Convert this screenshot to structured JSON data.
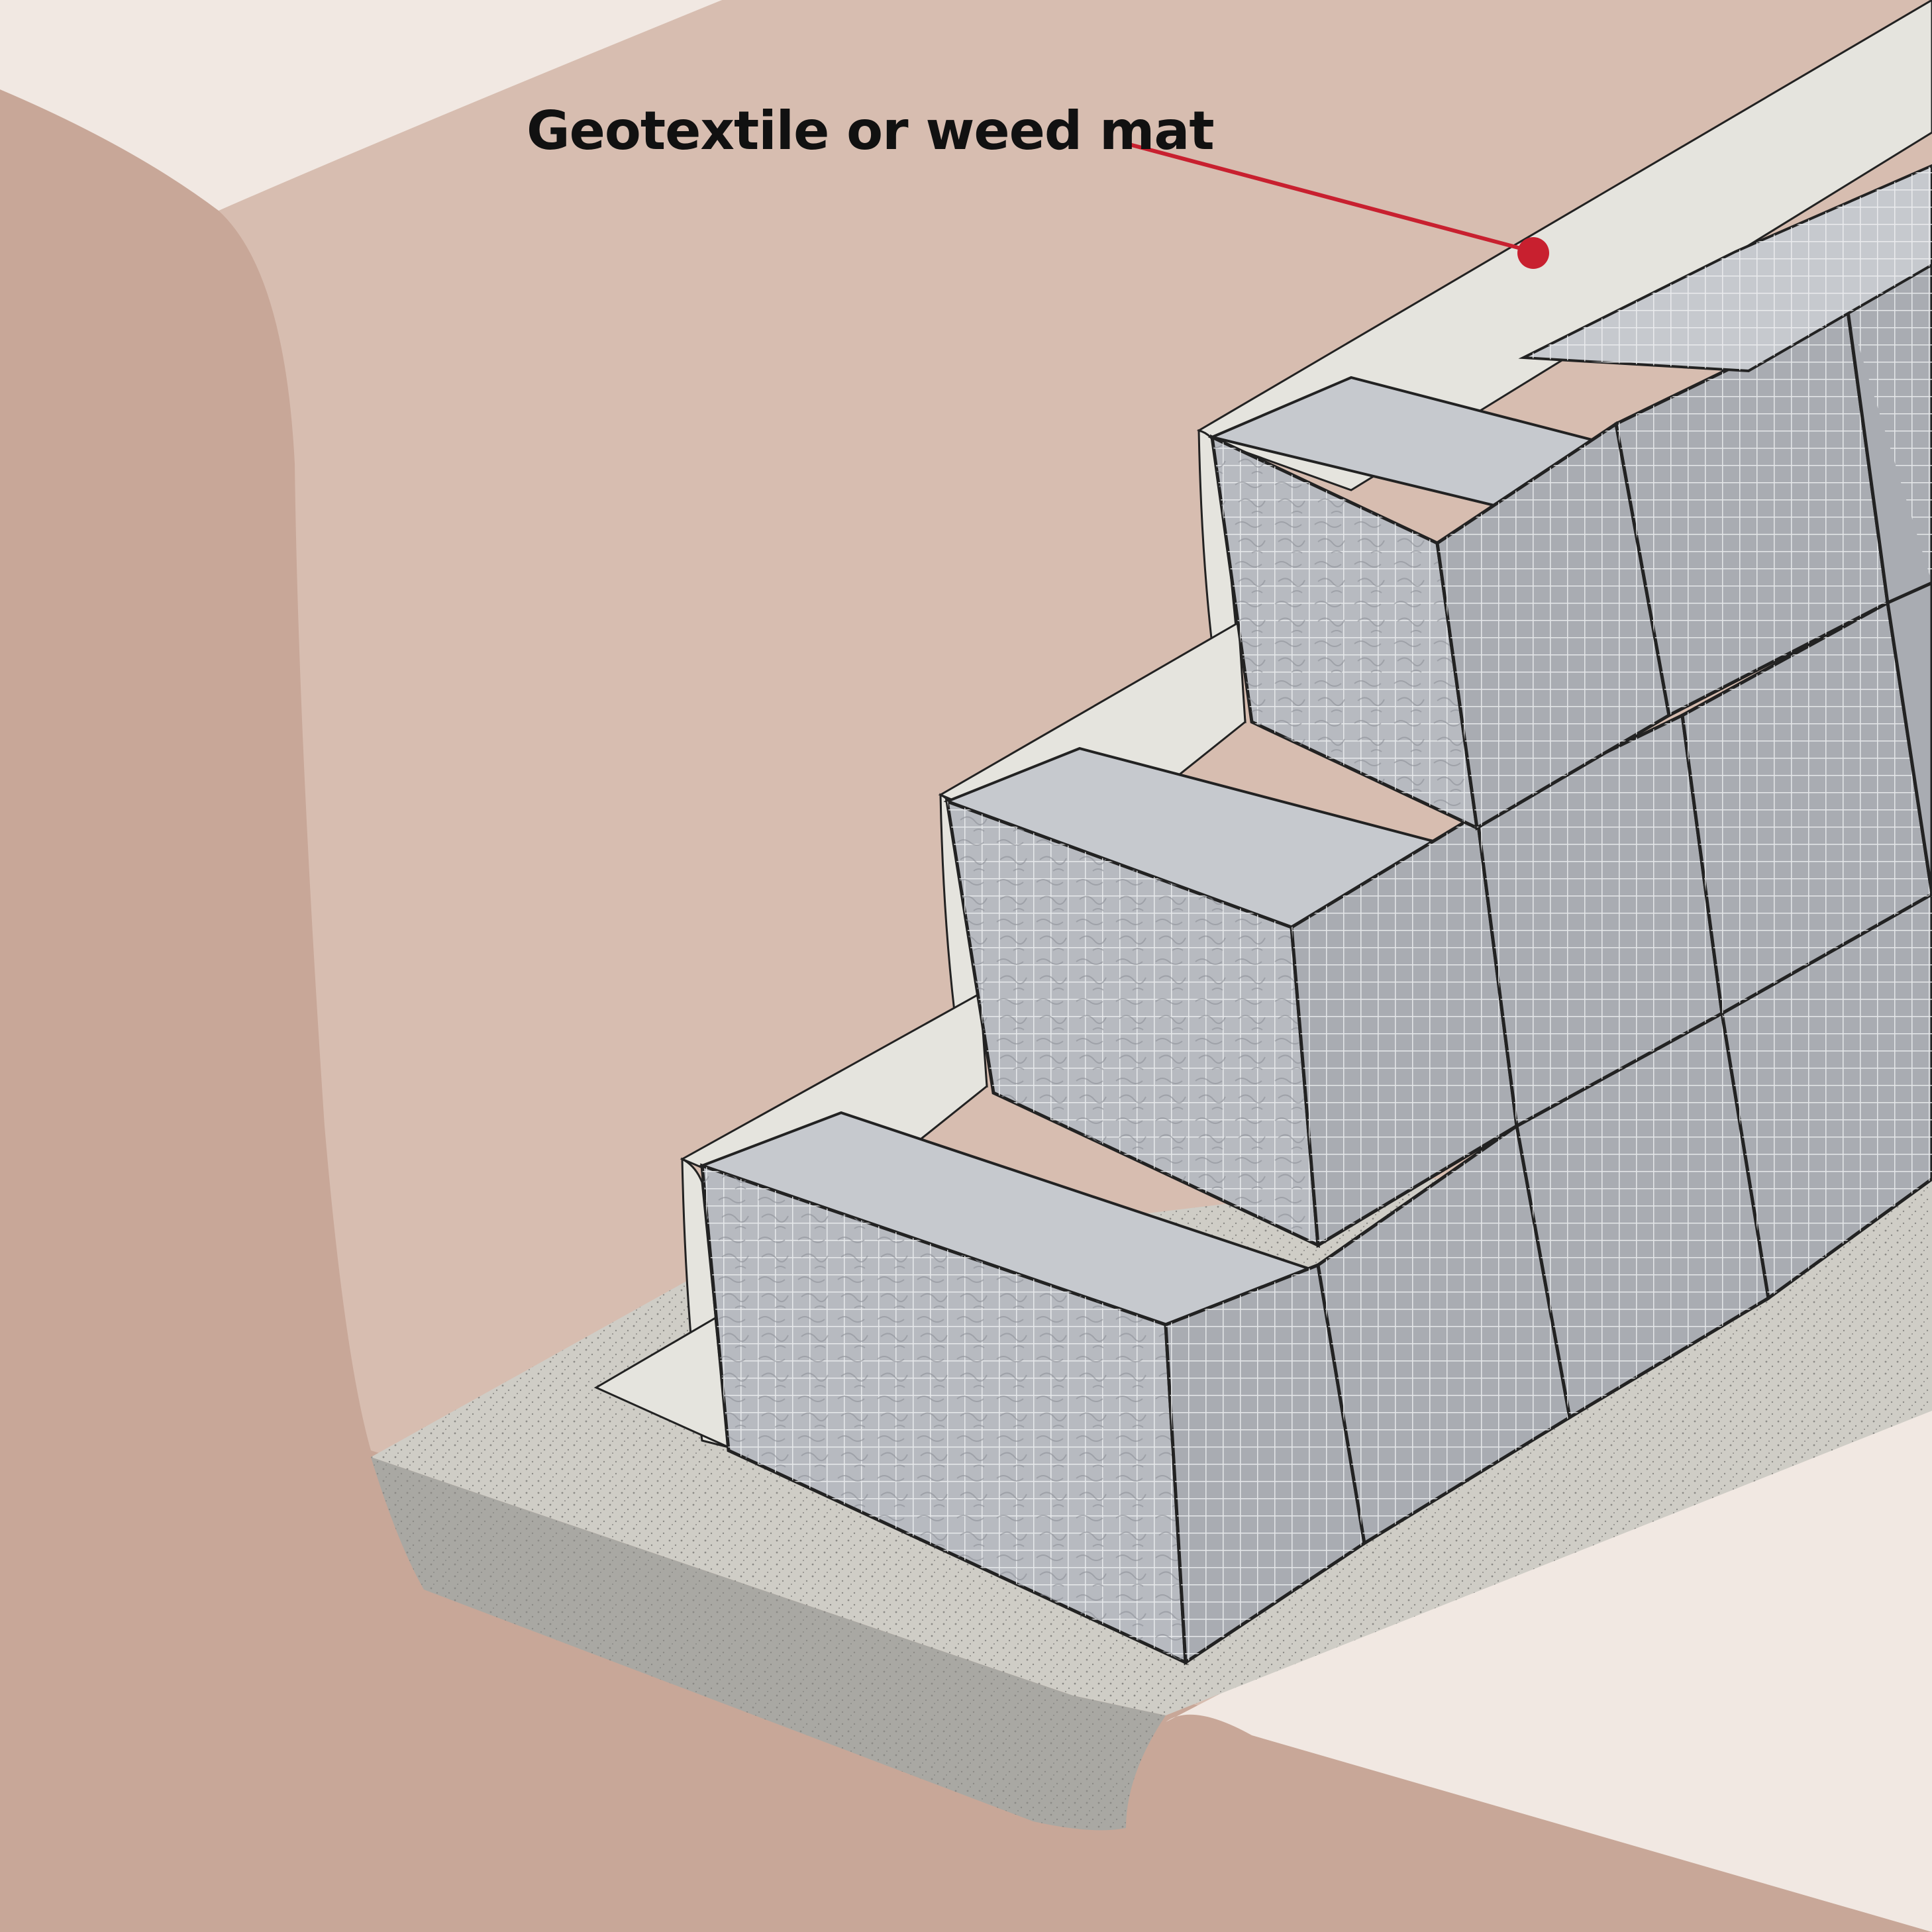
{
  "callout": {
    "label": "Geotextile or weed mat",
    "color": "#c8202f"
  },
  "colors": {
    "background": "#f1e8e2",
    "soil_cut_face": "#c8a798",
    "retained_soil": "#d7bdb0",
    "gravel_base": "#cfcdc6",
    "gravel_base_edge": "#a9a8a3",
    "geotextile": "#e5e4de",
    "gabion_side": "#a9acb2",
    "gabion_front": "#b7bac0",
    "gabion_top": "#c6c9ce",
    "mesh": "#f0f1f3"
  },
  "diagram": {
    "subject": "stepped gabion basket retaining wall on gravel base",
    "tiers": 3
  }
}
